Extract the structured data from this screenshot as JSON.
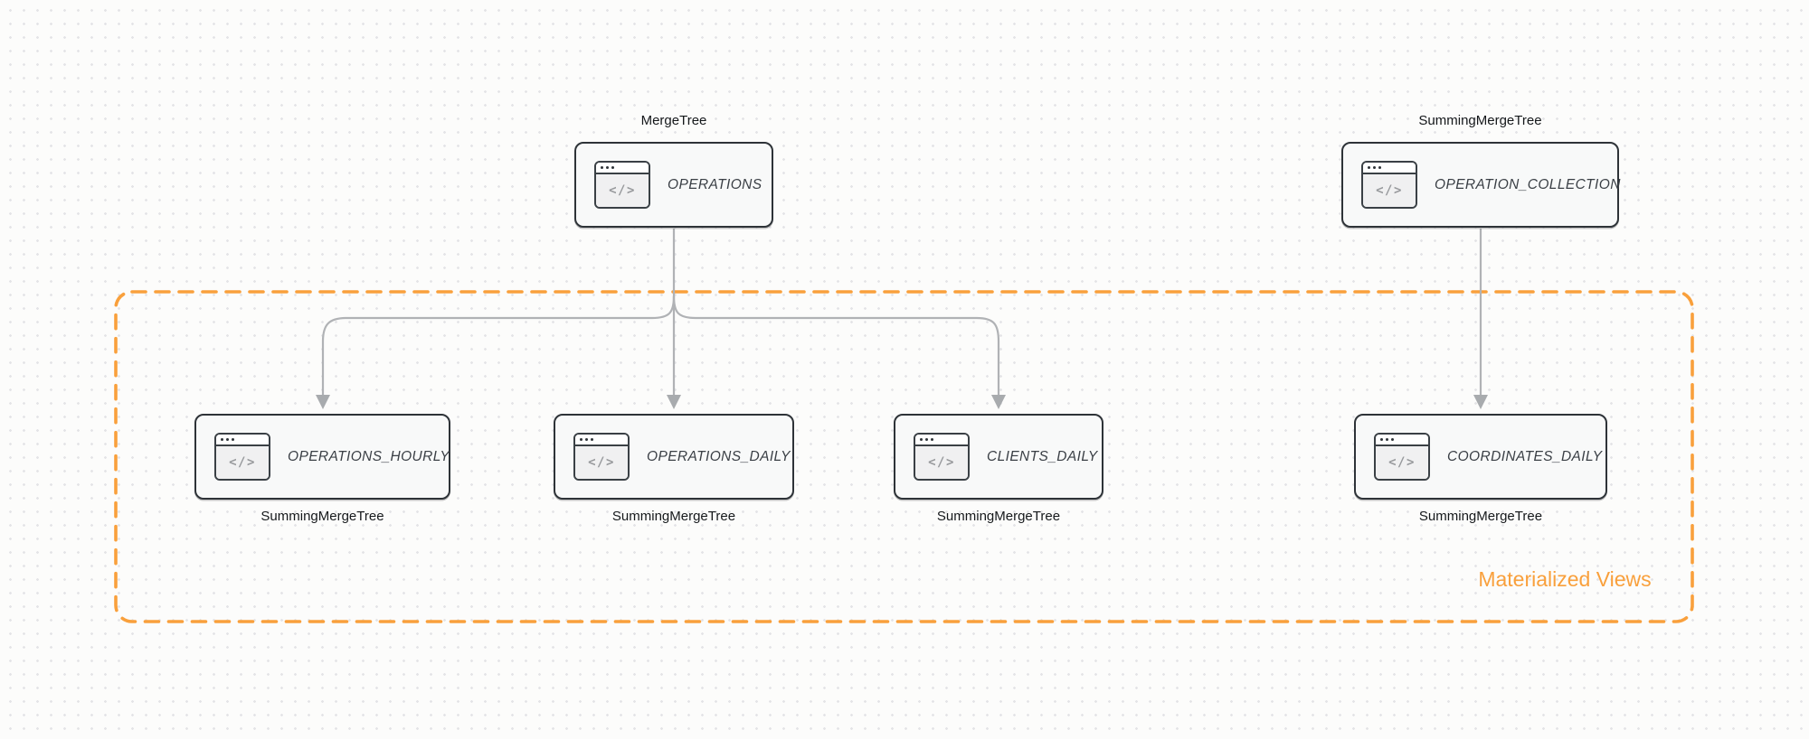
{
  "diagram": {
    "group_box": {
      "label": "Materialized Views",
      "color": "#F9A03C"
    },
    "icon_glyph": "</>",
    "nodes": [
      {
        "id": "operations",
        "table": "OPERATIONS",
        "engine": "MergeTree",
        "engine_label_position": "top"
      },
      {
        "id": "operation_collection",
        "table": "OPERATION_COLLECTION",
        "engine": "SummingMergeTree",
        "engine_label_position": "top"
      },
      {
        "id": "operations_hourly",
        "table": "OPERATIONS_HOURLY",
        "engine": "SummingMergeTree",
        "engine_label_position": "bottom"
      },
      {
        "id": "operations_daily",
        "table": "OPERATIONS_DAILY",
        "engine": "SummingMergeTree",
        "engine_label_position": "bottom"
      },
      {
        "id": "clients_daily",
        "table": "CLIENTS_DAILY",
        "engine": "SummingMergeTree",
        "engine_label_position": "bottom"
      },
      {
        "id": "coordinates_daily",
        "table": "COORDINATES_DAILY",
        "engine": "SummingMergeTree",
        "engine_label_position": "bottom"
      }
    ],
    "edges": [
      {
        "from": "operations",
        "to": "operations_hourly"
      },
      {
        "from": "operations",
        "to": "operations_daily"
      },
      {
        "from": "operations",
        "to": "clients_daily"
      },
      {
        "from": "operation_collection",
        "to": "coordinates_daily"
      }
    ],
    "colors": {
      "node_border": "#2E3338",
      "node_fill": "#F8F9F9",
      "edge": "#B0B2B5",
      "arrowhead": "#A8ABAE",
      "accent_orange": "#F9A03C",
      "background": "#FCFCFB"
    }
  }
}
